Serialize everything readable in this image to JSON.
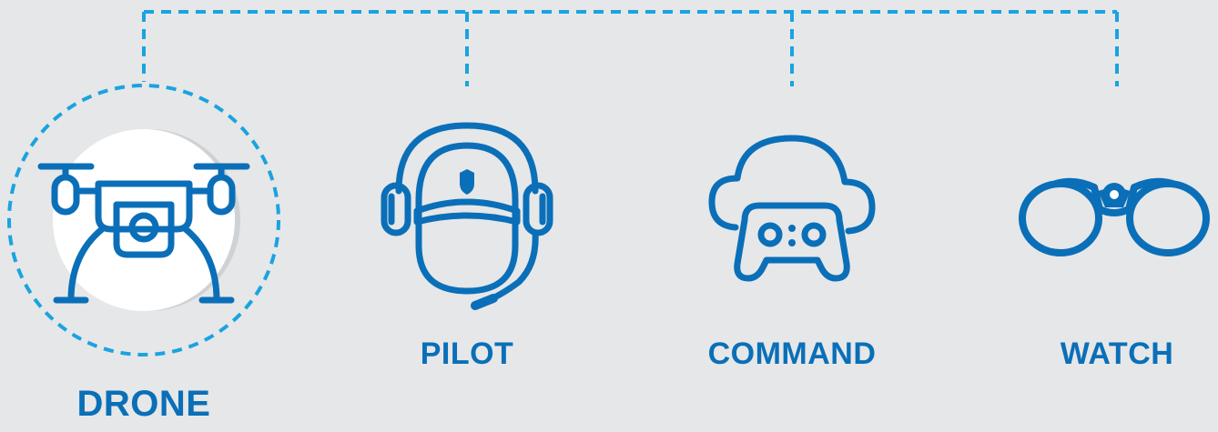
{
  "colors": {
    "accent": "#0a6fb8",
    "dashed_line": "#1aa3e0",
    "background": "#e6e7e8",
    "active_disc": "#ffffff"
  },
  "items": [
    {
      "id": "drone",
      "label": "DRONE",
      "icon": "drone-icon",
      "active": true
    },
    {
      "id": "pilot",
      "label": "PILOT",
      "icon": "pilot-headset-icon",
      "active": false
    },
    {
      "id": "command",
      "label": "COMMAND",
      "icon": "cloud-controller-icon",
      "active": false
    },
    {
      "id": "watch",
      "label": "WATCH",
      "icon": "binoculars-icon",
      "active": false
    }
  ]
}
